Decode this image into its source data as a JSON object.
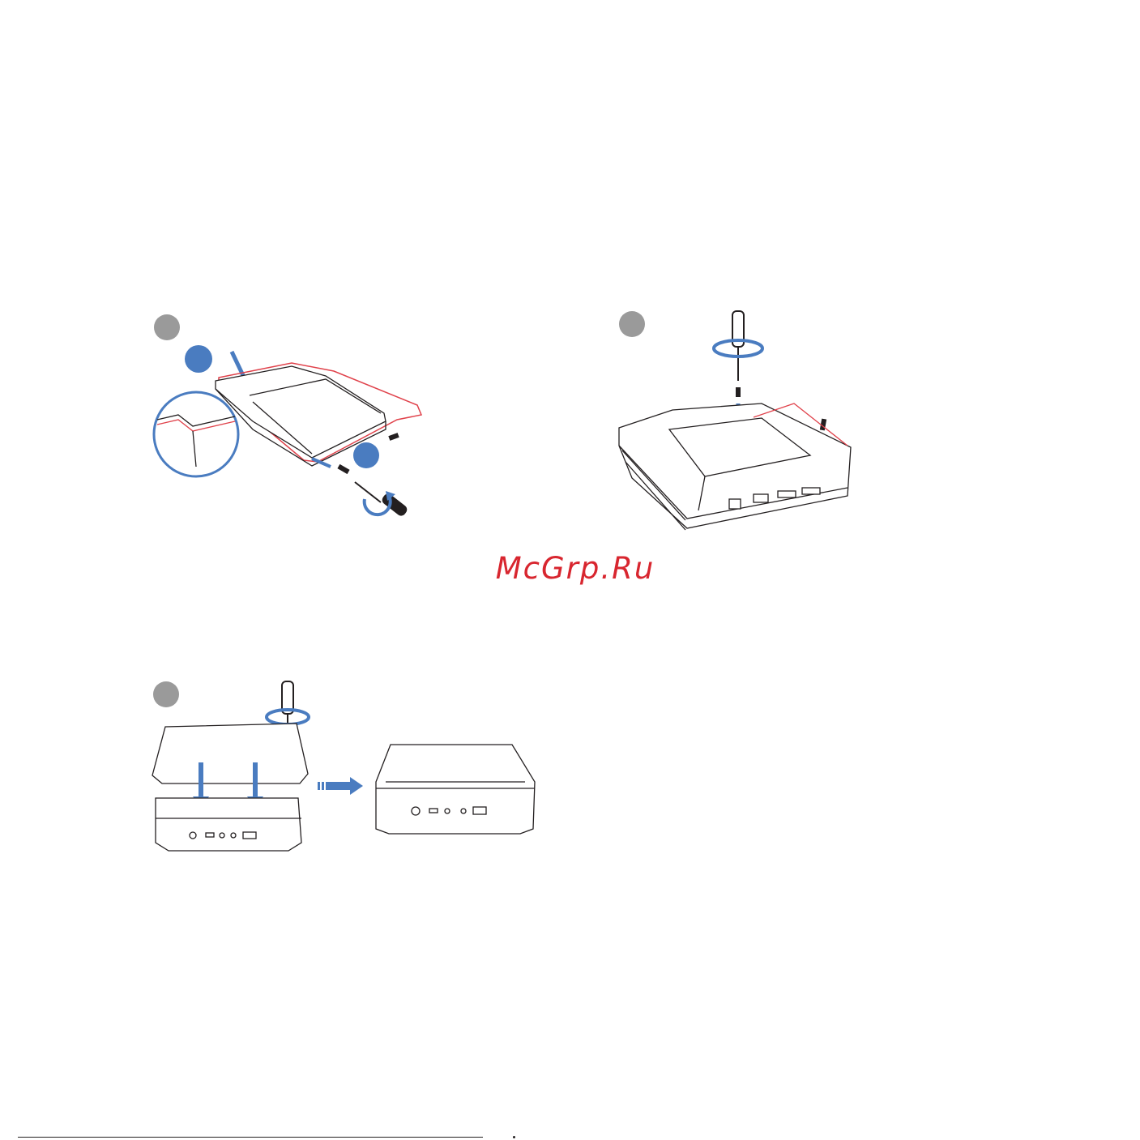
{
  "watermark": {
    "text": "McGrp.Ru",
    "color": "#d8262f"
  },
  "colors": {
    "accent": "#4a7cc0",
    "highlight": "#e0424b",
    "step_badge": "#9a9a9a",
    "line": "#231f20"
  },
  "steps": [
    {
      "id": "step-1",
      "icons": [
        "hdd-bracket",
        "screw-icon",
        "screwdriver-icon",
        "magnifier-circle"
      ]
    },
    {
      "id": "step-2",
      "icons": [
        "screwdriver-icon",
        "screw-icon",
        "mini-pc-open"
      ]
    },
    {
      "id": "step-3",
      "icons": [
        "screwdriver-icon",
        "mini-pc-lid",
        "mini-pc-closed"
      ]
    }
  ]
}
